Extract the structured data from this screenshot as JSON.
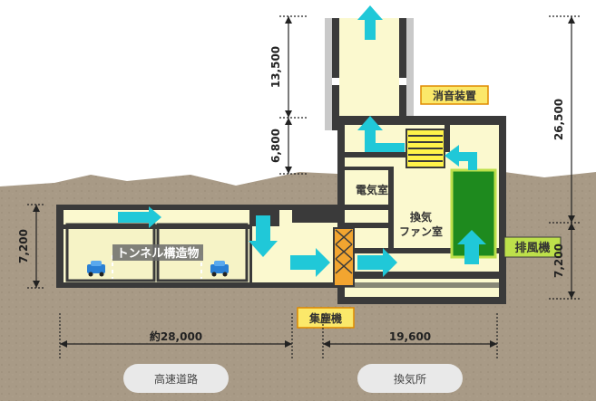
{
  "labels": {
    "tunnel_structure": "トンネル構造物",
    "electric_room": "電気室",
    "fan_room_line1": "換気",
    "fan_room_line2": "ファン室",
    "silencer": "消音装置",
    "exhaust_fan": "排風機",
    "dust_collector": "集塵機",
    "highway": "高速道路",
    "ventilation_station": "換気所"
  },
  "dimensions": {
    "tunnel_height": "7,200",
    "tunnel_width": "約28,000",
    "station_width": "19,600",
    "stack_height": "13,500",
    "upper_height": "6,800",
    "total_height": "26,500",
    "station_height": "7,200"
  },
  "colors": {
    "ground": "#a89a86",
    "concrete": "#3a3a3a",
    "interior": "#fbf9cf",
    "arrow": "#20c8d8",
    "fan": "#1e8a1e",
    "label_box": "#fbe86a",
    "label_border": "#e08a00",
    "stack": "#c9c9c9"
  }
}
